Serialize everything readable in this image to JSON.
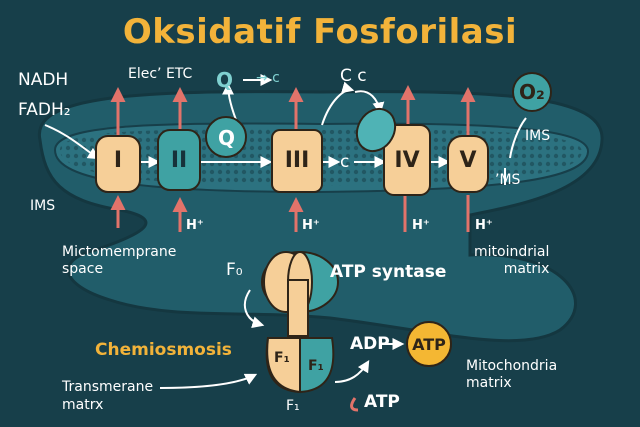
{
  "title": "Oksidatif Fosforilasi",
  "labels": {
    "nadh": "NADH",
    "fadh2": "FADH₂",
    "elec_etc": "Elec’ ETC",
    "q_top": "Q",
    "arrow_c": "→ c",
    "cc_top": "C c",
    "o2": "O₂",
    "ims_right": "IMS",
    "ims_right_inner": "’MS",
    "ims_left": "IMS",
    "q_carrier": "Q",
    "c_mid": "c",
    "left_space": "Mictomemprane\nspace",
    "right_matrix": "mitoindrial\nmatrix",
    "f0": "F₀",
    "atp_synthase": "ATP syntase",
    "chemiosmosis": "Chemiosmosis",
    "adp": "ADP",
    "atp_circle": "ATP",
    "mito_matrix": "Mitochondria\nmatrix",
    "transmerane": "Transmerane\nmatrx",
    "f1_left": "F₁",
    "f1_right": "F₁",
    "f1_bottom": "F₁",
    "atp_bottom": "ATP"
  },
  "complexes": [
    {
      "id": "I",
      "label": "I"
    },
    {
      "id": "II",
      "label": "II"
    },
    {
      "id": "III",
      "label": "III"
    },
    {
      "id": "IV",
      "label": "IV"
    },
    {
      "id": "V",
      "label": "V"
    }
  ],
  "proton_labels": [
    "H⁺",
    "H⁺",
    "H⁺",
    "H⁺"
  ],
  "colors": {
    "background": "#173f4a",
    "membrane_dark": "#215d6a",
    "membrane_band": "#2c7280",
    "title": "#f2b33a",
    "complex_fill": "#f6cf98",
    "teal_fill": "#3fa2a3",
    "arrow_red": "#e2736a",
    "atp_yellow": "#f4b733",
    "outline": "#2e2418",
    "text": "#ffffff"
  },
  "icons": [
    "red-up-arrow",
    "red-down-arrow",
    "white-arrow",
    "curved-arrow"
  ]
}
